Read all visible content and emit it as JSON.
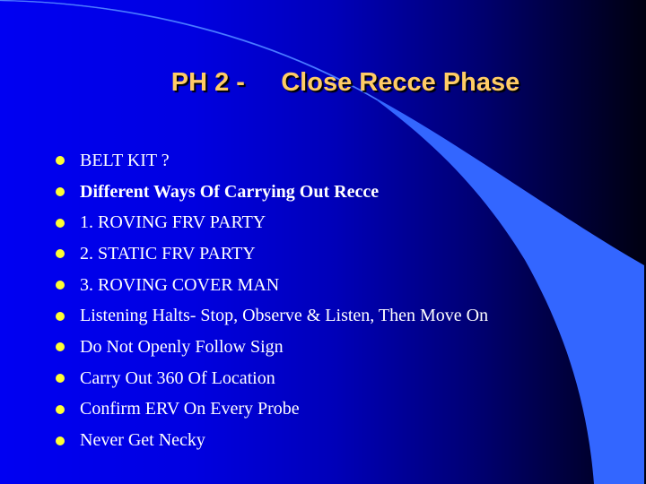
{
  "slide": {
    "title": "PH 2 -     Close Recce Phase",
    "colors": {
      "background_left": "#0000f2",
      "background_right": "#000010",
      "swoosh": "#3366ff",
      "title": "#ffcc66",
      "bullet": "#ffff33",
      "text": "#ffffff"
    },
    "bullets": [
      {
        "text": "BELT KIT ?",
        "bold": false
      },
      {
        "text": "Different Ways Of Carrying Out Recce",
        "bold": true
      },
      {
        "text": "1. ROVING FRV PARTY",
        "bold": false
      },
      {
        "text": "2. STATIC FRV PARTY",
        "bold": false
      },
      {
        "text": "3. ROVING COVER MAN",
        "bold": false
      },
      {
        "text": "Listening Halts- Stop, Observe & Listen, Then Move On",
        "bold": false
      },
      {
        "text": "Do Not Openly Follow Sign",
        "bold": false
      },
      {
        "text": "Carry Out 360 Of Location",
        "bold": false
      },
      {
        "text": "Confirm ERV On Every Probe",
        "bold": false
      },
      {
        "text": "Never Get Necky",
        "bold": false
      }
    ]
  }
}
